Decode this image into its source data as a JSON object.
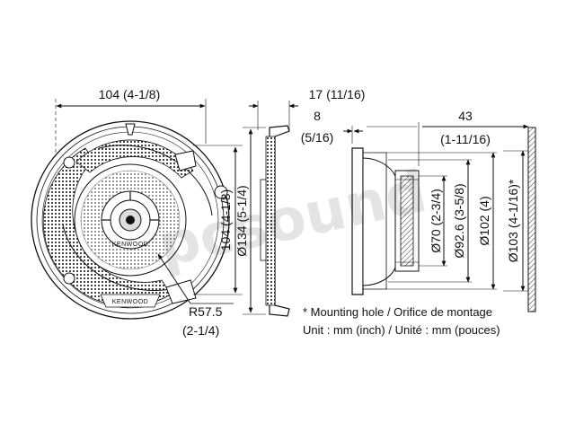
{
  "front_view": {
    "width_dim": "104 (4-1/8)",
    "height_dim": "104 (4-1/8)",
    "radius_dim": "R57.5",
    "radius_inch": "(2-1/4)",
    "brand_center": "KENWOOD",
    "brand_bottom": "KENWOOD"
  },
  "side_view": {
    "depth_dim": "17 (11/16)",
    "diameter_dim": "Ø134 (5-1/4)"
  },
  "cut_view": {
    "flange_dim": "8",
    "flange_inch": "(5/16)",
    "depth_dim": "43",
    "depth_inch": "(1-11/16)",
    "d70": "Ø70 (2-3/4)",
    "d92": "Ø92.6 (3-5/8)",
    "d102": "Ø102 (4)",
    "d103": "Ø103 (4-1/16)*"
  },
  "notes": {
    "mounting": "* Mounting hole / Orifice de montage",
    "unit": "Unit : mm (inch) / Unité : mm (pouces)"
  },
  "watermark": "pcsound"
}
